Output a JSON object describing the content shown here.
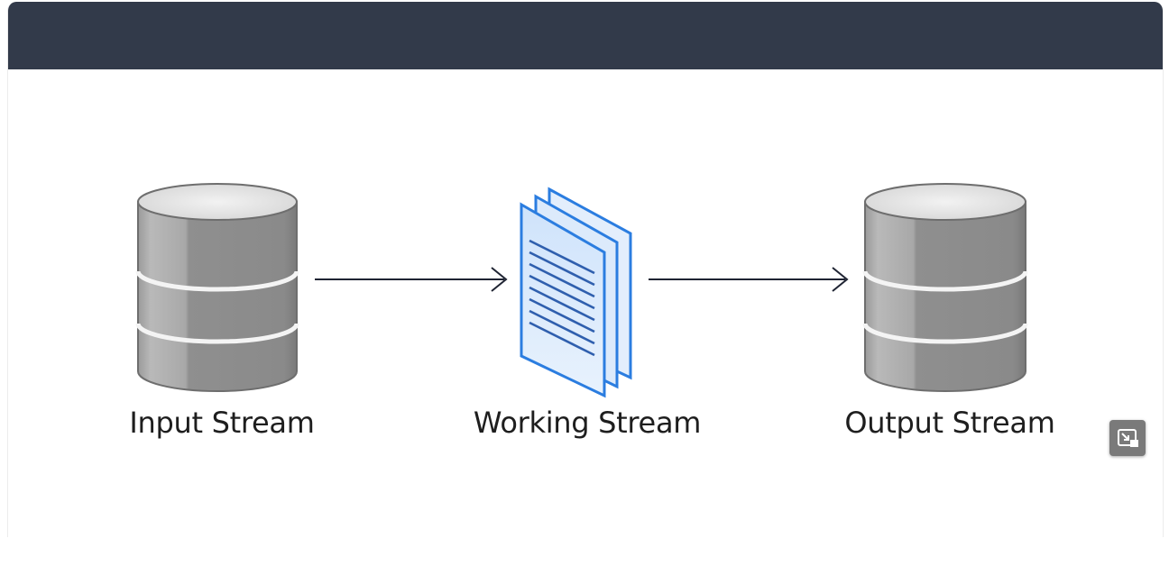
{
  "diagram": {
    "nodes": [
      {
        "id": "input",
        "label": "Input Stream",
        "shape": "database-cylinder"
      },
      {
        "id": "working",
        "label": "Working Stream",
        "shape": "document-stack"
      },
      {
        "id": "output",
        "label": "Output Stream",
        "shape": "database-cylinder"
      }
    ],
    "edges": [
      {
        "from": "input",
        "to": "working"
      },
      {
        "from": "working",
        "to": "output"
      }
    ]
  },
  "controls": {
    "expand_icon": "expand-icon"
  },
  "colors": {
    "header": "#323a4a",
    "cylinder": "#8e8e8e",
    "document_accent": "#2b7de0",
    "arrow": "#1f2433"
  }
}
